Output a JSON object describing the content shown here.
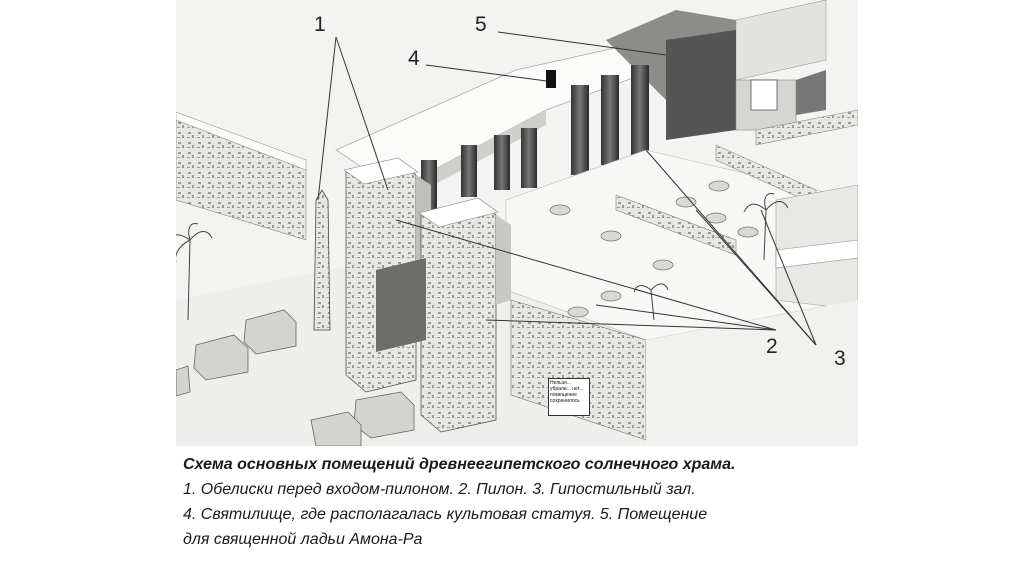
{
  "figure": {
    "callouts": [
      "1",
      "4",
      "5",
      "2",
      "3"
    ],
    "plaque_text": "Нельзя... убрали... нет... помещение сохранилось"
  },
  "caption": {
    "title": "Схема основных помещений древнеегипетского солнечного храма.",
    "line1": "1. Обелиски перед входом-пилоном. 2. Пилон. 3. Гипостильный зал.",
    "line2": "4. Святилище, где располагалась культовая статуя. 5. Помещение",
    "line3": "для священной ладьи Амона-Ра"
  }
}
